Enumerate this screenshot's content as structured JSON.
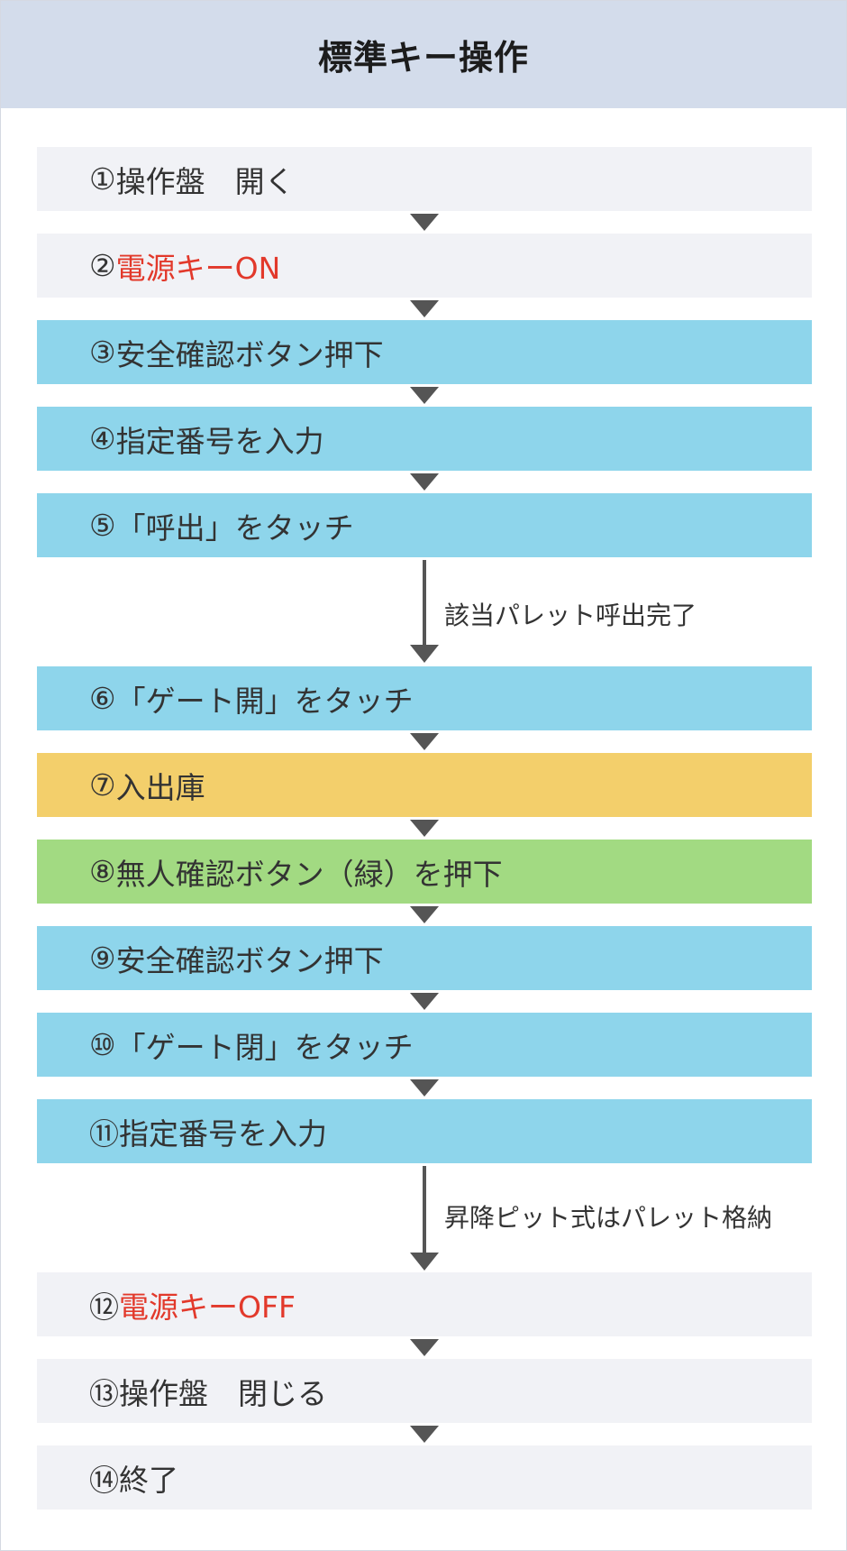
{
  "title": "標準キー操作",
  "steps": [
    {
      "num": "①",
      "text": "操作盤　開く",
      "color": "gray",
      "highlight": false
    },
    {
      "num": "②",
      "text": "電源キーON",
      "color": "gray",
      "highlight": true
    },
    {
      "num": "③",
      "text": "安全確認ボタン押下",
      "color": "blue",
      "highlight": false
    },
    {
      "num": "④",
      "text": "指定番号を入力",
      "color": "blue",
      "highlight": false
    },
    {
      "num": "⑤",
      "text": "「呼出」をタッチ",
      "color": "blue",
      "highlight": false
    },
    {
      "num": "⑥",
      "text": "「ゲート開」をタッチ",
      "color": "blue",
      "highlight": false
    },
    {
      "num": "⑦",
      "text": "入出庫",
      "color": "yellow",
      "highlight": false
    },
    {
      "num": "⑧",
      "text": "無人確認ボタン（緑）を押下",
      "color": "green",
      "highlight": false
    },
    {
      "num": "⑨",
      "text": "安全確認ボタン押下",
      "color": "blue",
      "highlight": false
    },
    {
      "num": "⑩",
      "text": "「ゲート閉」をタッチ",
      "color": "blue",
      "highlight": false
    },
    {
      "num": "⑪",
      "text": "指定番号を入力",
      "color": "blue",
      "highlight": false
    },
    {
      "num": "⑫",
      "text": "電源キーOFF",
      "color": "gray",
      "highlight": true
    },
    {
      "num": "⑬",
      "text": "操作盤　閉じる",
      "color": "gray",
      "highlight": false
    },
    {
      "num": "⑭",
      "text": "終了",
      "color": "gray",
      "highlight": false
    }
  ],
  "notes": [
    "該当パレット呼出完了",
    "昇降ピット式はパレット格納"
  ],
  "colors": {
    "header_bg": "#d3dceb",
    "gray": "#f1f2f6",
    "blue": "#8ed5eb",
    "yellow": "#f3cf6b",
    "green": "#a2da82",
    "highlight_text": "#e2392b",
    "arrow": "#555555"
  }
}
